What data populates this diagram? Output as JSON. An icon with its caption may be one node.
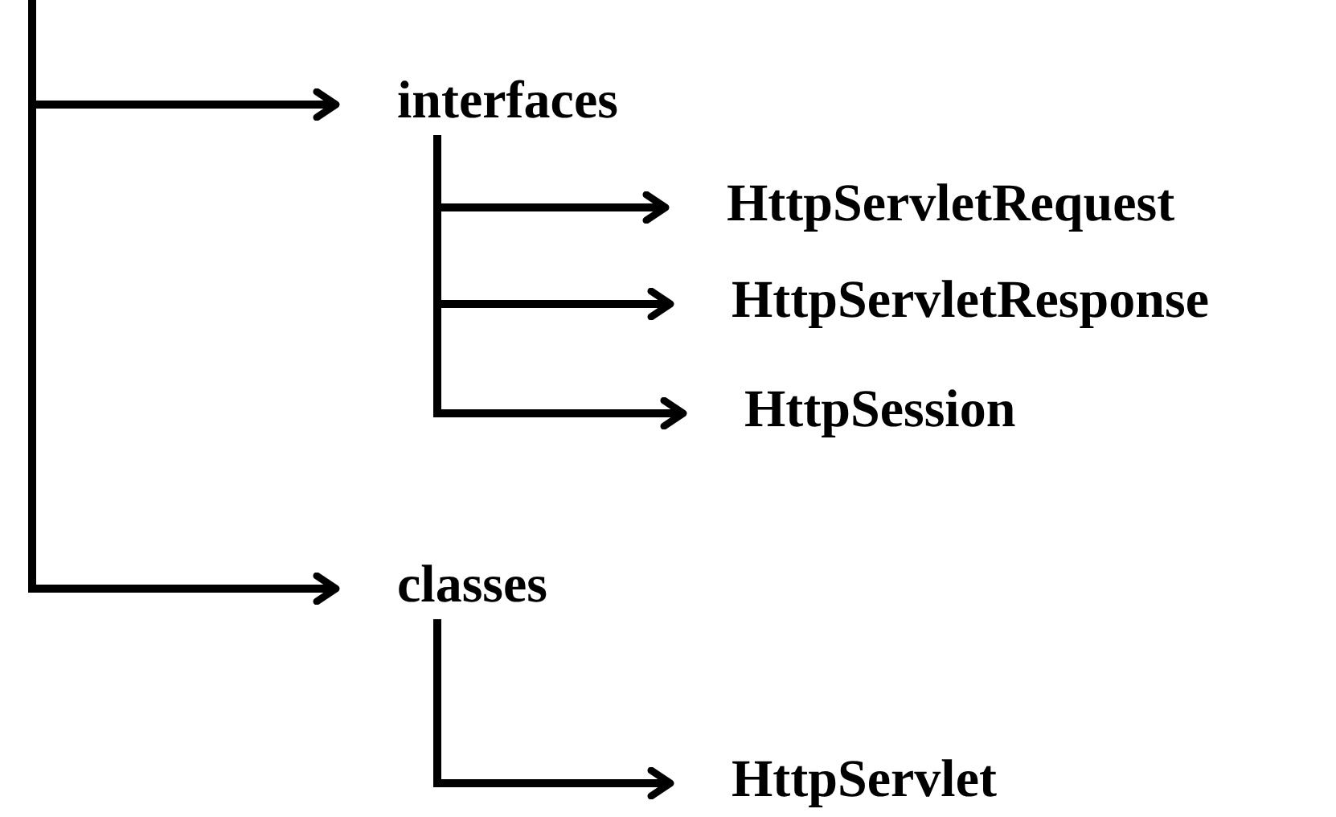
{
  "diagram": {
    "nodes": [
      {
        "text": [
          "interfaces"
        ]
      },
      {
        "text": [
          "HttpServletRequest"
        ]
      },
      {
        "text": [
          "HttpServletResponse"
        ]
      },
      {
        "text": [
          "HttpSession"
        ]
      },
      {
        "text": [
          "classes"
        ]
      },
      {
        "text": [
          "HttpServlet"
        ]
      }
    ],
    "edges": [
      {
        "from": null,
        "to": 0,
        "arrow": "to"
      },
      {
        "from": null,
        "to": 4,
        "arrow": "to"
      },
      {
        "from": 0,
        "to": 1,
        "arrow": "to"
      },
      {
        "from": 0,
        "to": 2,
        "arrow": "to"
      },
      {
        "from": 0,
        "to": 3,
        "arrow": "to"
      },
      {
        "from": 4,
        "to": 5,
        "arrow": "to"
      }
    ]
  }
}
